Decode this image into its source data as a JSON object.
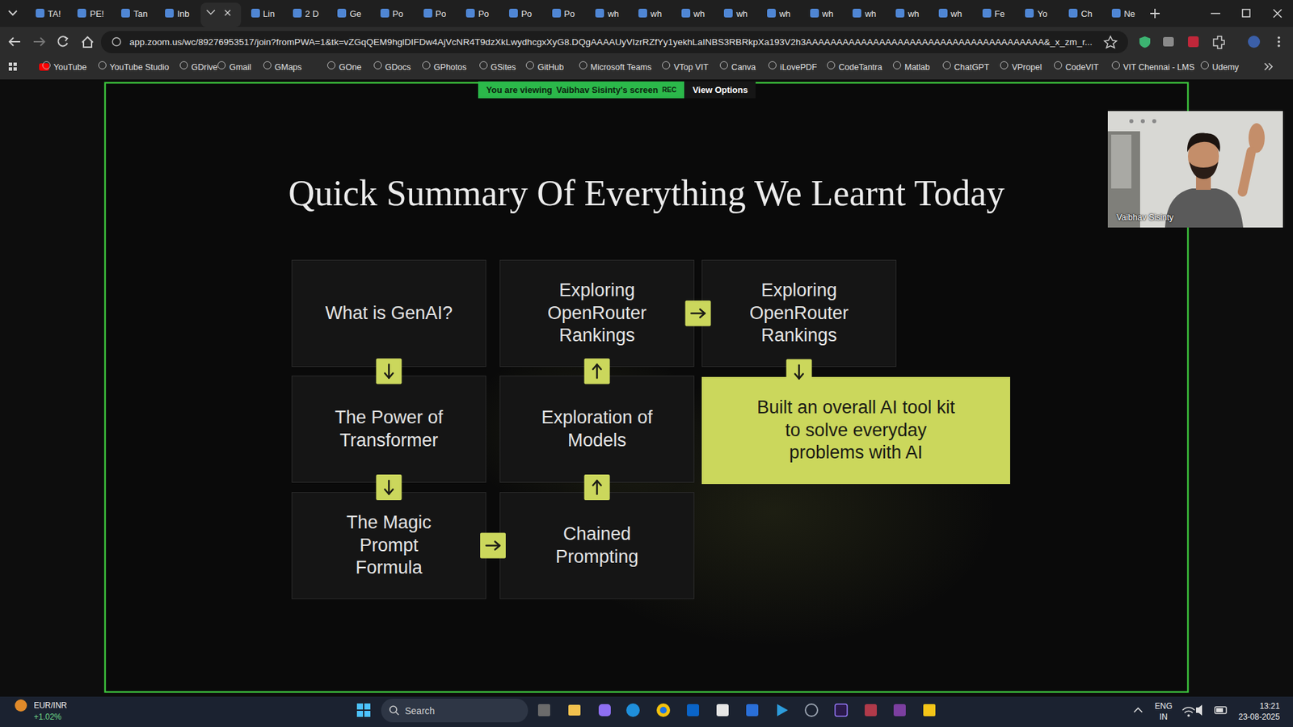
{
  "diagram": {
    "title": "Quick Summary Of Everything We Learnt Today",
    "nodes": [
      {
        "text": [
          "What is GenAI?"
        ]
      },
      {
        "text": [
          "Exploring OpenRouter Rankings"
        ]
      },
      {
        "text": [
          "Exploring OpenRouter Rankings"
        ]
      },
      {
        "text": [
          "The Power of Transformer"
        ]
      },
      {
        "text": [
          "Exploration of Models"
        ]
      },
      {
        "text": [
          "Built an overall AI tool kit to solve everyday problems with AI"
        ]
      },
      {
        "text": [
          "The Magic Prompt Formula"
        ]
      },
      {
        "text": [
          "Chained Prompting"
        ]
      }
    ],
    "edges": [
      {
        "from": 0,
        "to": 3,
        "arrow": "to"
      },
      {
        "from": 3,
        "to": 6,
        "arrow": "to"
      },
      {
        "from": 6,
        "to": 7,
        "arrow": "to"
      },
      {
        "from": 7,
        "to": 4,
        "arrow": "to"
      },
      {
        "from": 4,
        "to": 1,
        "arrow": "to"
      },
      {
        "from": 1,
        "to": 2,
        "arrow": "to"
      },
      {
        "from": 2,
        "to": 5,
        "arrow": "to"
      }
    ],
    "labels": [
      "TA!",
      "PE!",
      "Tan",
      "Inb",
      "Lin",
      "2 D",
      "Ge",
      "Po",
      "Po",
      "Po",
      "Po",
      "Po",
      "wh",
      "wh",
      "wh",
      "wh",
      "wh",
      "wh",
      "wh",
      "wh",
      "wh",
      "Fe",
      "Yo",
      "Ch",
      "Ne",
      "app.zoom.us/wc/89276953517/join?fromPWA=1&tk=vZGqQEM9hglDIFDw4AjVcNR4T9dzXkLwydhcgxXyG8.DQgAAAAUyVIzrRZfYy1yekhLaINBS3RBRkpXa193V2h3AAAAAAAAAAAAAAAAAAAAAAAAAAAAAAAAAAAAAAA&_x_zm_r...",
      "YouTube",
      "YouTube Studio",
      "GDrive",
      "Gmail",
      "GMaps",
      "GOne",
      "GDocs",
      "GPhotos",
      "GSites",
      "GitHub",
      "Microsoft Teams",
      "VTop VIT",
      "Canva",
      "iLovePDF",
      "CodeTantra",
      "Matlab",
      "ChatGPT",
      "VPropel",
      "CodeVIT",
      "VIT Chennai - LMS",
      "Udemy",
      "You are viewing",
      "Vaibhav Sisinty's screen",
      "REC",
      "View Options",
      "Vaibhav Sisinty",
      "EUR/INR",
      "+1.02%",
      "Search",
      "ENG",
      "IN",
      "13:21",
      "23-08-2025"
    ]
  }
}
